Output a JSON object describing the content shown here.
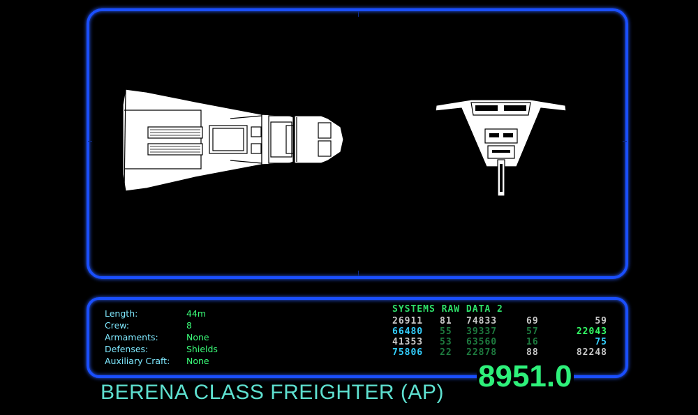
{
  "specs": [
    {
      "label": "Length:",
      "value": "44m"
    },
    {
      "label": "Crew:",
      "value": "8"
    },
    {
      "label": "Armaments:",
      "value": "None"
    },
    {
      "label": "Defenses:",
      "value": "Shields"
    },
    {
      "label": "Auxiliary Craft:",
      "value": "None"
    }
  ],
  "raw_data": {
    "title": "SYSTEMS RAW DATA 2",
    "rows": [
      {
        "cells": [
          "26911",
          "81",
          "74833",
          "69",
          "59"
        ],
        "colors": [
          "#c8c8c8",
          "#c8c8c8",
          "#c8c8c8",
          "#c8c8c8",
          "#c8c8c8"
        ]
      },
      {
        "cells": [
          "66480",
          "55",
          "39337",
          "57",
          "22043"
        ],
        "colors": [
          "#33d0ff",
          "#1d7a3e",
          "#1d7a3e",
          "#1d7a3e",
          "#33ff66"
        ]
      },
      {
        "cells": [
          "41353",
          "53",
          "63560",
          "16",
          "75"
        ],
        "colors": [
          "#c8c8c8",
          "#1d7a3e",
          "#1d7a3e",
          "#1d7a3e",
          "#33d0ff"
        ]
      },
      {
        "cells": [
          "75806",
          "22",
          "22878",
          "88",
          "82248"
        ],
        "colors": [
          "#33d0ff",
          "#1d7a3e",
          "#1d7a3e",
          "#c8c8c8",
          "#c8c8c8"
        ]
      }
    ]
  },
  "ship_name": "BERENA CLASS FREIGHTER (AP)",
  "readout": "8951.0",
  "colors": {
    "frame": "#1a4fff",
    "label": "#7fe9ff",
    "value": "#3bff7a",
    "title": "#5ee0d0"
  }
}
